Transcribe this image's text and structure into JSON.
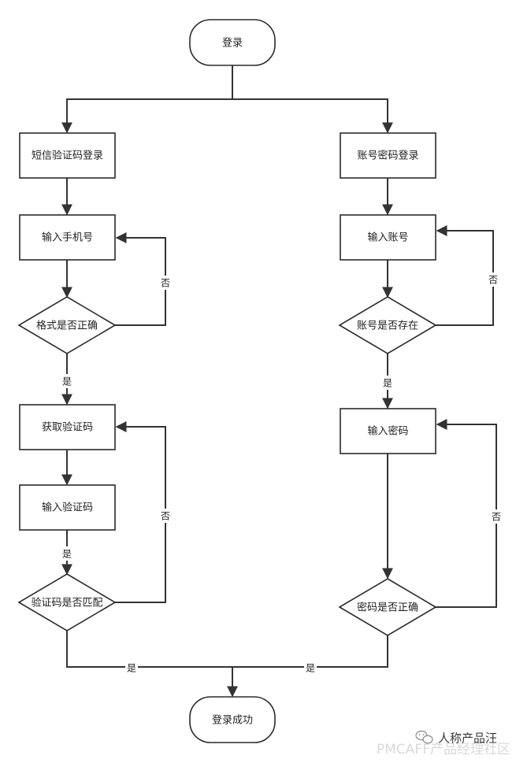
{
  "diagram": {
    "nodes": {
      "start": "登录",
      "sms_login": "短信验证码登录",
      "account_login": "账号密码登录",
      "input_phone": "输入手机号",
      "check_format": "格式是否正确",
      "get_code": "获取验证码",
      "input_code": "输入验证码",
      "check_code": "验证码是否匹配",
      "input_account": "输入账号",
      "check_account": "账号是否存在",
      "input_password": "输入密码",
      "check_password": "密码是否正确",
      "end": "登录成功"
    },
    "edge_labels": {
      "format_no": "否",
      "format_yes": "是",
      "code_yes": "是",
      "code_no": "否",
      "code_match_yes": "是",
      "account_no": "否",
      "account_yes": "是",
      "password_no": "否",
      "password_yes": "是"
    }
  },
  "watermark": {
    "icon": "wechat-icon",
    "text": "人称产品汪",
    "faint_text": "PMCAFF产品经理社区"
  }
}
